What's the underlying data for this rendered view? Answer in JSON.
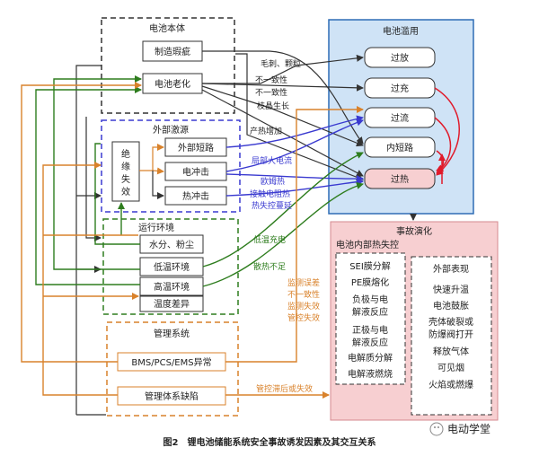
{
  "groups": {
    "battery_body": "电池本体",
    "external_stimulus": "外部激源",
    "operating_env": "运行环境",
    "management": "管理系统",
    "abuse": "电池滥用",
    "evolution": "事故演化",
    "internal_runaway": "电池内部热失控",
    "external_signs": "外部表现"
  },
  "nodes": {
    "manufacturing_defect": "制造瑕疵",
    "aging": "电池老化",
    "insulation_failure": [
      "绝",
      "缘",
      "失",
      "效"
    ],
    "ext_short": "外部短路",
    "elec_shock": "电冲击",
    "thermal_shock": "热冲击",
    "moisture_dust": "水分、粉尘",
    "low_temp_env": "低温环境",
    "high_temp_env": "高温环境",
    "temp_diff": "温度差异",
    "bms_fault": "BMS/PCS/EMS异常",
    "mgmt_defect": "管理体系缺陷",
    "over_discharge": "过放",
    "over_charge": "过充",
    "over_current": "过流",
    "internal_short": "内短路",
    "overheat": "过热"
  },
  "runaway_items": [
    "SEI膜分解",
    "PE膜熔化",
    "负极与电",
    "解液反应",
    "正极与电",
    "解液反应",
    "电解质分解",
    "电解液燃烧"
  ],
  "external_items": [
    "快速升温",
    "电池鼓胀",
    "壳体破裂或",
    "防爆阀打开",
    "释放气体",
    "可见烟",
    "火焰或燃爆"
  ],
  "edge_labels": {
    "burr_particle": "毛刺、颗粒",
    "inconsistency_1": "不一致性",
    "inconsistency_2": "不一致性",
    "dendrite": "枝晶生长",
    "heat_gen": "产热增加",
    "local_current": "局部大电流",
    "ohmic_heat": "欧姆热",
    "contact_heat": "接触电阻热",
    "heat_spread": "热失控蔓延",
    "low_temp_charge": "低温充电",
    "poor_cooling": "散热不足",
    "monitor_issues": [
      "监测误差",
      "不一致性",
      "监测失效",
      "管控失效"
    ],
    "mgmt_lag": "管控滞后或失效"
  },
  "caption": "图2　锂电池储能系统安全事故诱发因素及其交互关系",
  "watermark": "电动学堂",
  "colors": {
    "black": "#333333",
    "blue": "#3a3ad0",
    "green": "#2e7d1e",
    "orange": "#d9822b",
    "red": "#e01b2b",
    "abuse_fill": "#cfe3f6",
    "evo_fill": "#f7cfd1"
  }
}
